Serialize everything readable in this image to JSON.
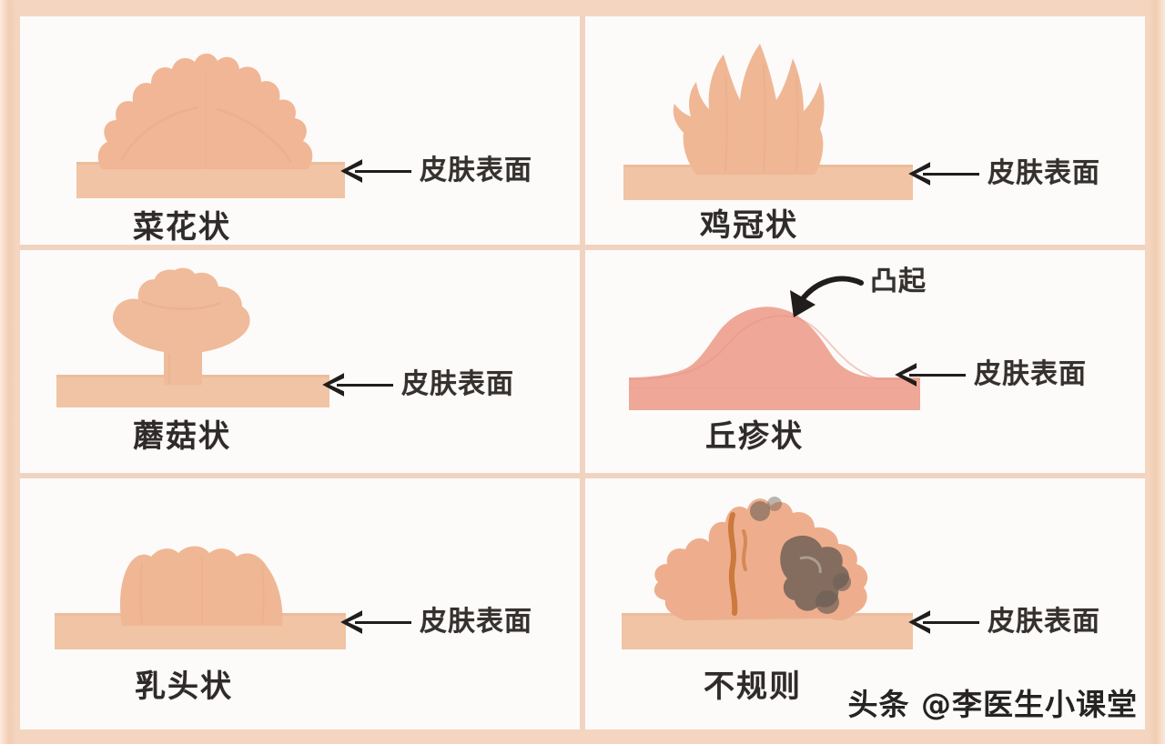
{
  "figure": {
    "title_visible": false,
    "columns": 2,
    "rows": 3,
    "frame_color": "#f3d2ba",
    "divider_color": "#f0d3c0",
    "panel_background": "#fcfbfa"
  },
  "common": {
    "skin_surface_label": "皮肤表面",
    "arrow_icon": "arrow-left-icon",
    "skin_color": "#f0c4a4"
  },
  "panels": [
    {
      "id": "cauliflower",
      "caption": "菜花状",
      "shape": "cauliflower",
      "lesion_color": "#f1b695",
      "annotation": "皮肤表面"
    },
    {
      "id": "cockscomb",
      "caption": "鸡冠状",
      "shape": "cockscomb",
      "lesion_color": "#f0b795",
      "annotation": "皮肤表面"
    },
    {
      "id": "mushroom",
      "caption": "蘑菇状",
      "shape": "mushroom",
      "lesion_color": "#f0bb9a",
      "annotation": "皮肤表面"
    },
    {
      "id": "papule",
      "caption": "丘疹状",
      "shape": "papule",
      "lesion_color": "#efa898",
      "annotation": "皮肤表面",
      "extra_annotation": "凸起",
      "extra_annotation_icon": "curved-arrow-icon"
    },
    {
      "id": "papilliform",
      "caption": "乳头状",
      "shape": "papilliform",
      "lesion_color": "#f0b795",
      "annotation": "皮肤表面"
    },
    {
      "id": "irregular",
      "caption": "不规则",
      "shape": "irregular",
      "lesion_color": "#eeae8d",
      "necrosis_color": "#6d5f56",
      "streak_color": "#c4702f",
      "annotation": "皮肤表面"
    }
  ],
  "watermark": {
    "text": "头条 @李医生小课堂"
  }
}
